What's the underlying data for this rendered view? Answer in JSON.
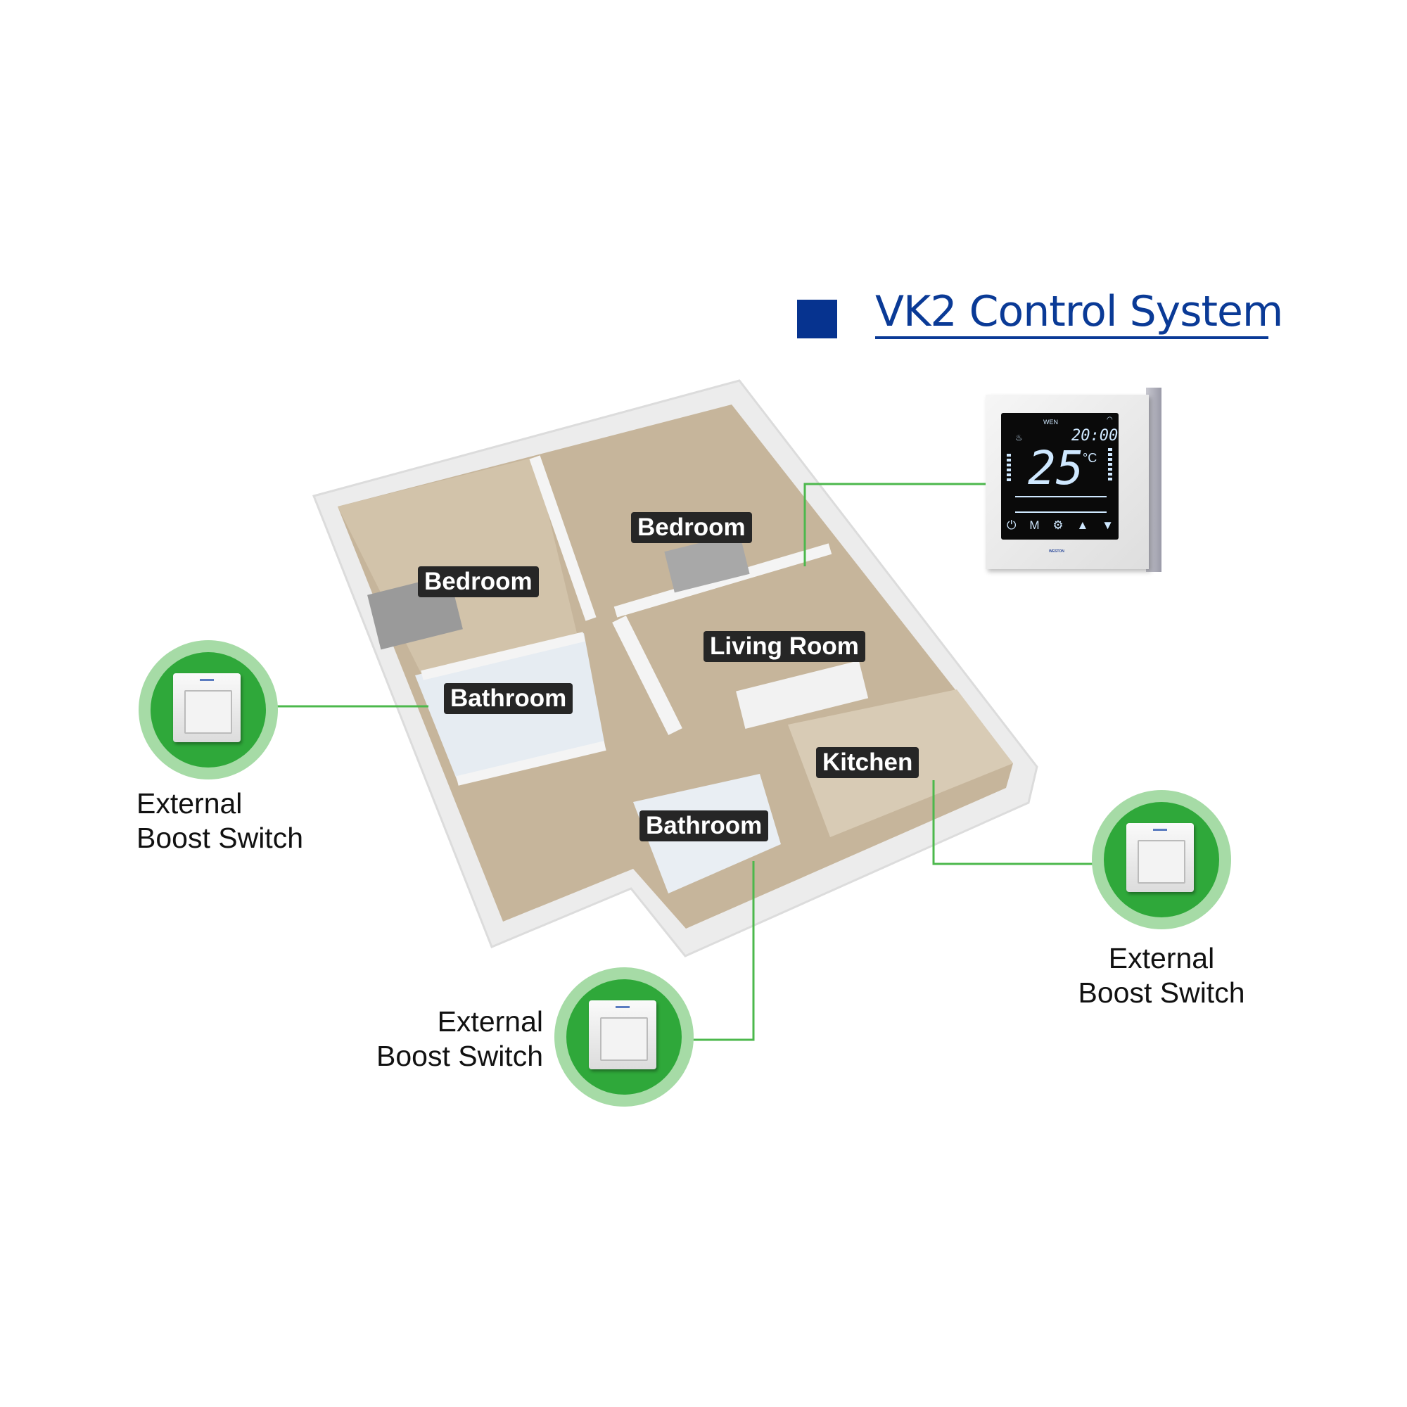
{
  "title": "VK2 Control System",
  "rooms": {
    "bedroom_left": "Bedroom",
    "bedroom_top": "Bedroom",
    "living_room": "Living Room",
    "bathroom_left": "Bathroom",
    "kitchen": "Kitchen",
    "bathroom_bottom": "Bathroom"
  },
  "switches": [
    {
      "line1": "External",
      "line2": "Boost Switch"
    },
    {
      "line1": "External",
      "line2": "Boost Switch"
    },
    {
      "line1": "External",
      "line2": "Boost Switch"
    }
  ],
  "thermostat": {
    "day": "WEN",
    "time": "20:00",
    "temperature": "25",
    "unit": "°C",
    "buttons": [
      "⏻",
      "M",
      "⚙",
      "▲",
      "▼"
    ],
    "brand": "WESTON"
  },
  "colors": {
    "accent": "#0a3a96",
    "green": "#2fa83a",
    "connector": "#4cb84c"
  }
}
